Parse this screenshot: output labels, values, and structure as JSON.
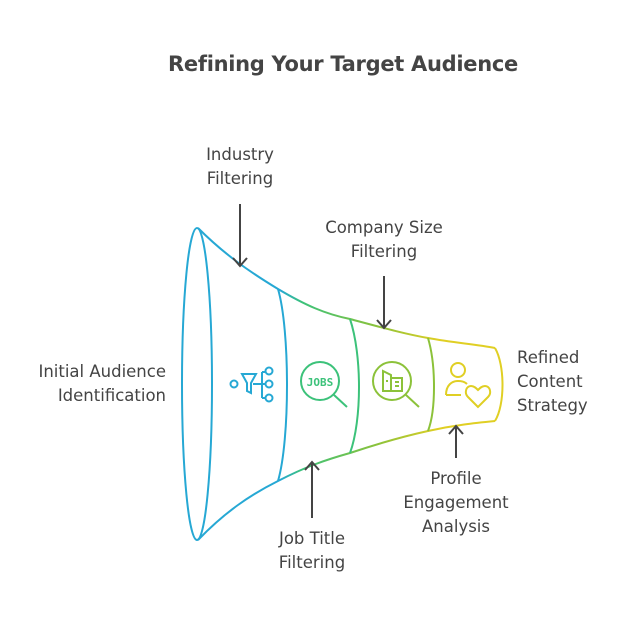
{
  "title": "Refining Your Target Audience",
  "stages": [
    {
      "label": "Initial Audience\nIdentification",
      "icon": "funnel-network-icon",
      "color": "#26a8d4"
    },
    {
      "label": "Industry\nFiltering",
      "icon": null,
      "color": "#26a8d4"
    },
    {
      "label": "Job Title\nFiltering",
      "icon": "jobs-search-icon",
      "color": "#3cc27a",
      "icon_text": "JOBS"
    },
    {
      "label": "Company Size\nFiltering",
      "icon": "building-search-icon",
      "color": "#8cc23a"
    },
    {
      "label": "Profile\nEngagement\nAnalysis",
      "icon": "user-heart-icon",
      "color": "#e0cf24"
    },
    {
      "label": "Refined\nContent\nStrategy",
      "icon": null,
      "color": "#e0cf24"
    }
  ],
  "arrow_color": "#444444"
}
